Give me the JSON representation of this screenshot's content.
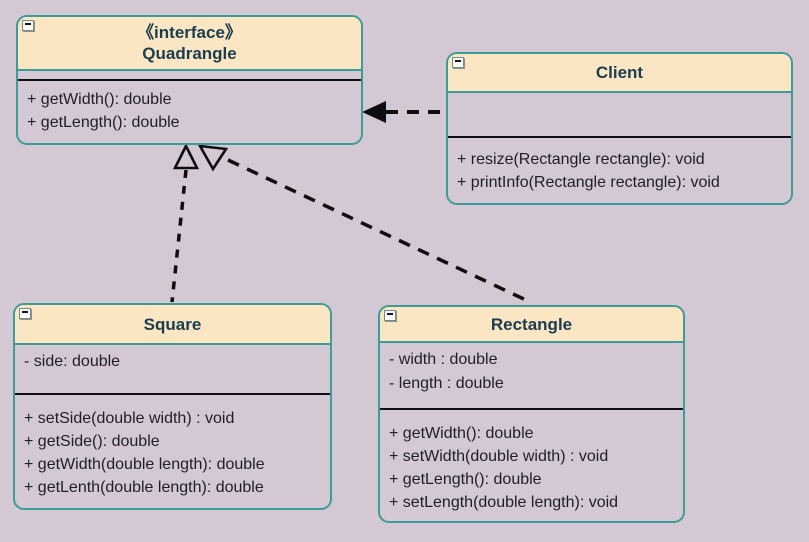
{
  "diagram": {
    "kind": "uml-class-diagram",
    "colors": {
      "background": "#D3C8D3",
      "box_border_teal": "#3E9C98",
      "header_fill_cream": "#FAE6C3",
      "title_text": "#1B3D4F",
      "member_text": "#1E1F26",
      "connector_black": "#0E0E0E"
    }
  },
  "classes": [
    {
      "id": "quadrangle",
      "stereotype": "《interface》",
      "name": "Quadrangle",
      "attributes": [],
      "methods": [
        "+ getWidth(): double",
        "+ getLength(): double"
      ]
    },
    {
      "id": "client",
      "stereotype": "",
      "name": "Client",
      "attributes": [],
      "methods": [
        "+ resize(Rectangle rectangle): void",
        "+ printInfo(Rectangle rectangle): void"
      ]
    },
    {
      "id": "square",
      "stereotype": "",
      "name": "Square",
      "attributes": [
        "- side: double"
      ],
      "methods": [
        "+ setSide(double width) : void",
        "+ getSide(): double",
        "+ getWidth(double length): double",
        "+ getLenth(double length): double"
      ]
    },
    {
      "id": "rectangle",
      "stereotype": "",
      "name": "Rectangle",
      "attributes": [
        "- width : double",
        "- length : double"
      ],
      "methods": [
        "+ getWidth(): double",
        "+ setWidth(double width) : void",
        "+ getLength(): double",
        "+ setLength(double length): void"
      ]
    }
  ],
  "relationships": [
    {
      "type": "realization",
      "from": "Square",
      "to": "Quadrangle",
      "line": "dashed",
      "arrowhead": "hollow-triangle"
    },
    {
      "type": "realization",
      "from": "Rectangle",
      "to": "Quadrangle",
      "line": "dashed",
      "arrowhead": "hollow-triangle"
    },
    {
      "type": "dependency",
      "from": "Client",
      "to": "Quadrangle",
      "line": "dashed",
      "arrowhead": "filled-arrow"
    }
  ]
}
